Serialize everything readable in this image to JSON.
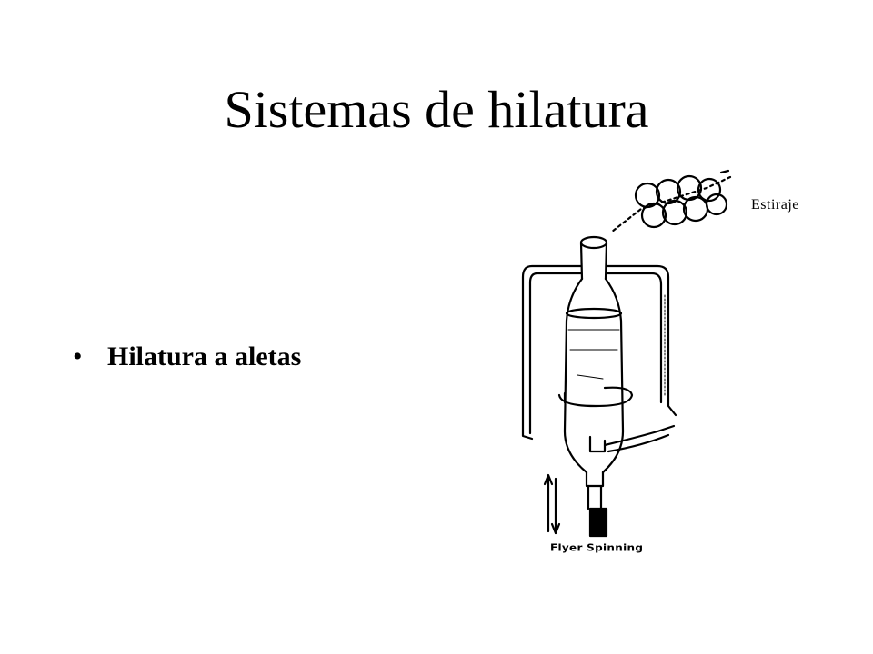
{
  "slide": {
    "title": "Sistemas de hilatura",
    "bullets": [
      {
        "text": "Hilatura a aletas"
      }
    ]
  },
  "figure": {
    "label_drafting": "Estiraje",
    "caption": "Flyer Spinning",
    "line_color": "#000000",
    "background_color": "#ffffff"
  }
}
